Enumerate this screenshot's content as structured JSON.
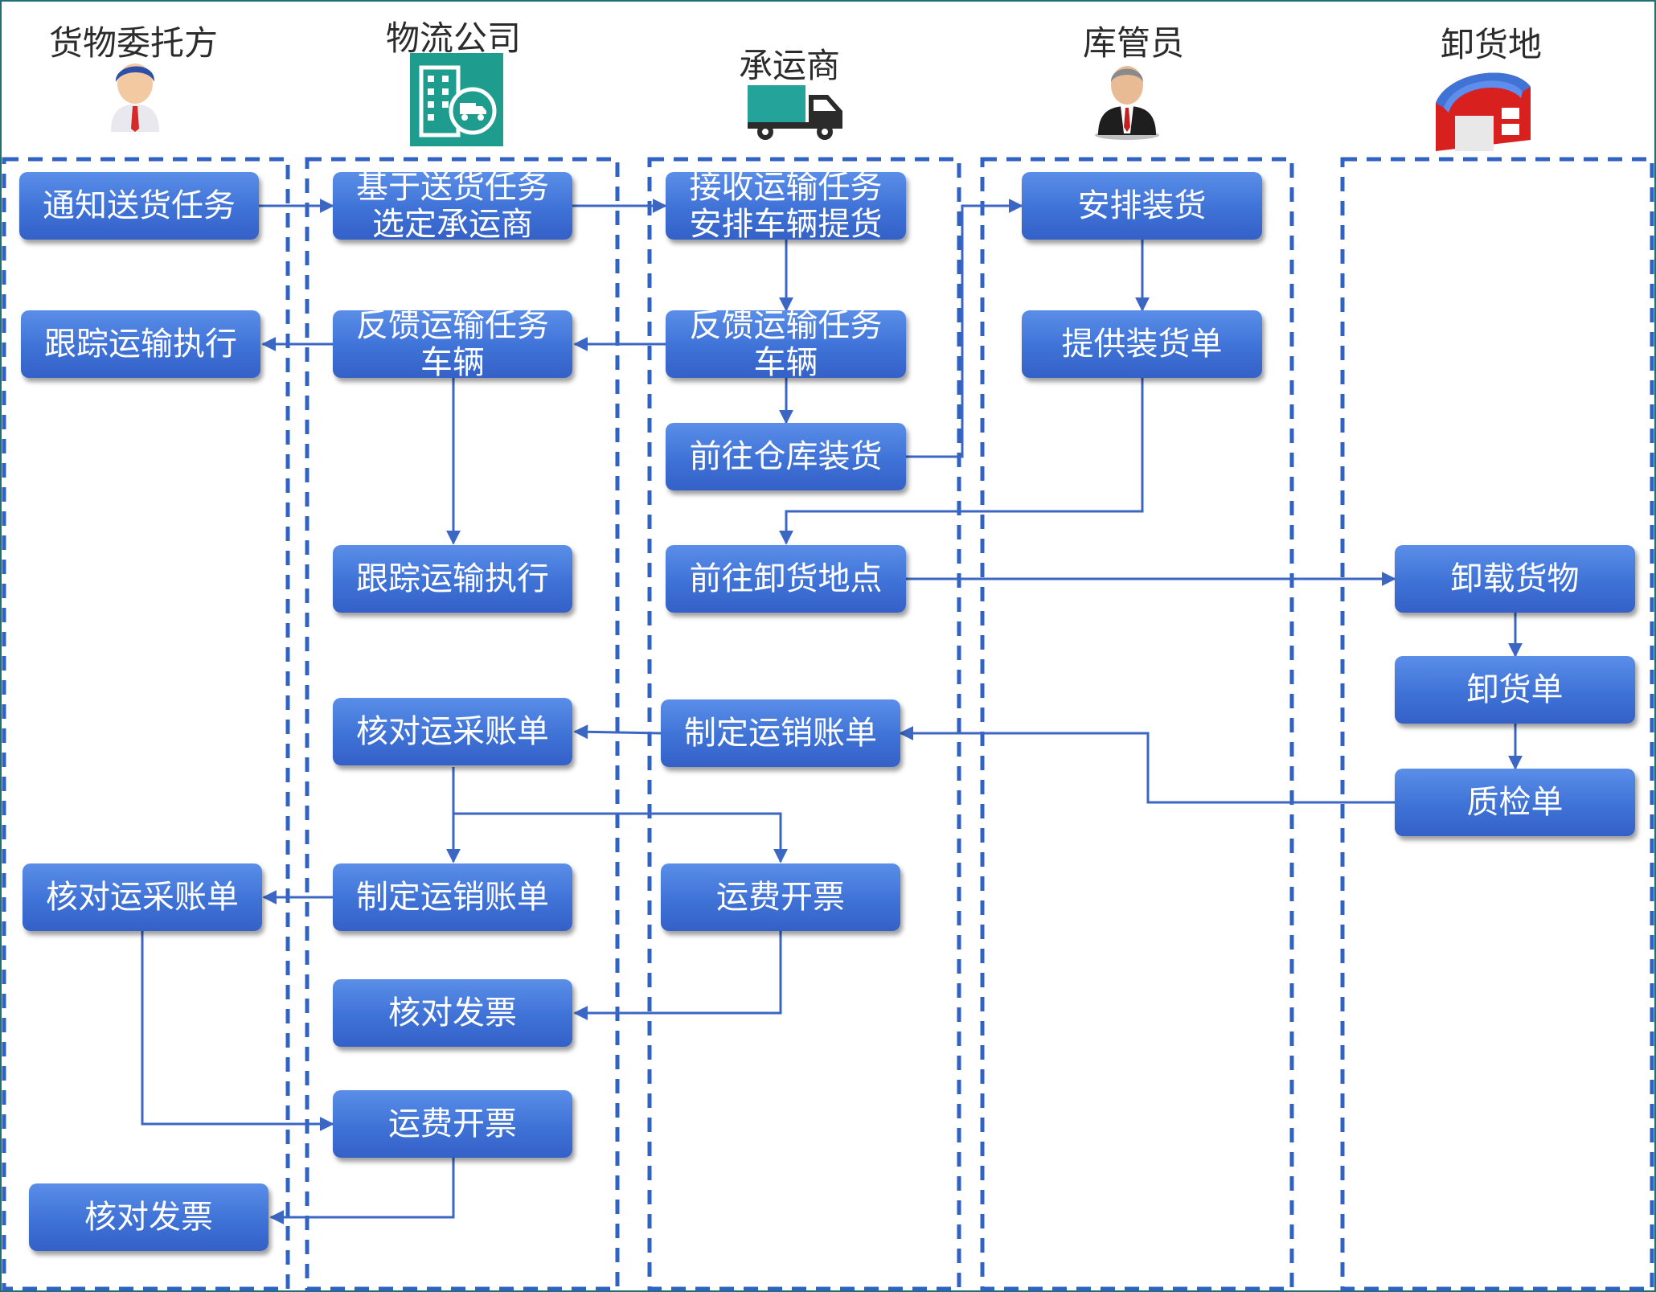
{
  "lanes": [
    {
      "title": "货物委托方",
      "icon": "person-blue-icon"
    },
    {
      "title": "物流公司",
      "icon": "logistics-building-icon"
    },
    {
      "title": "承运商",
      "icon": "truck-icon"
    },
    {
      "title": "库管员",
      "icon": "manager-person-icon"
    },
    {
      "title": "卸货地",
      "icon": "warehouse-icon"
    }
  ],
  "nodes": {
    "notify_task": "通知送货任务",
    "select_carrier": "基于送货任务\n选定承运商",
    "receive_task": "接收运输任务\n安排车辆提货",
    "arrange_loading": "安排装货",
    "track_owner": "跟踪运输执行",
    "feedback_logistics": "反馈运输任务\n车辆",
    "feedback_carrier": "反馈运输任务\n车辆",
    "provide_loading_list": "提供装货单",
    "go_warehouse": "前往仓库装货",
    "track_logistics": "跟踪运输执行",
    "go_unload": "前往卸货地点",
    "unload_goods": "卸载货物",
    "unload_list": "卸货单",
    "verify_bill_logistics": "核对运采账单",
    "make_bill_carrier": "制定运销账单",
    "quality_list": "质检单",
    "verify_bill_owner": "核对运采账单",
    "make_bill_logistics": "制定运销账单",
    "invoice_carrier": "运费开票",
    "verify_invoice_logistics": "核对发票",
    "invoice_logistics": "运费开票",
    "verify_invoice_owner": "核对发票"
  },
  "colors": {
    "box": "#4a7fe0",
    "line": "#3c66c4",
    "lane_border": "#2f62c2",
    "frame": "#1f6f73"
  }
}
